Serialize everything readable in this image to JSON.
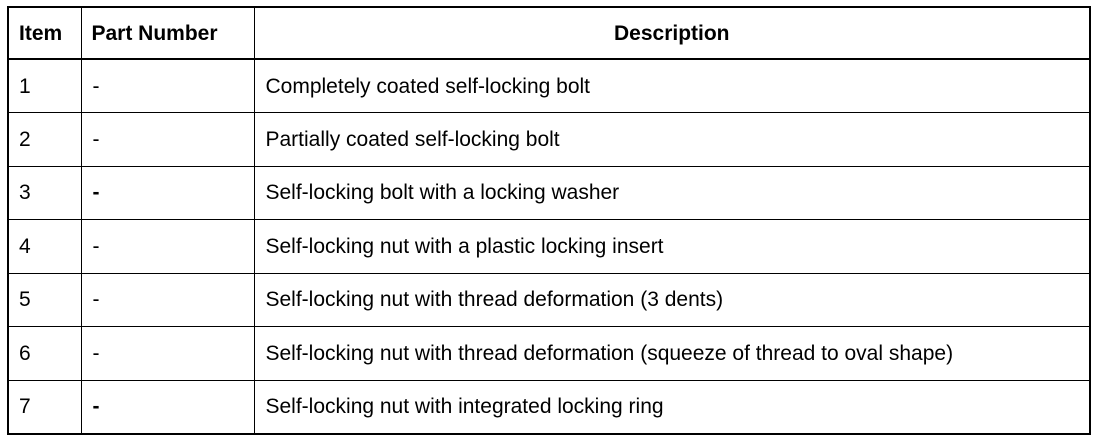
{
  "table": {
    "headers": {
      "item": "Item",
      "part_number": "Part Number",
      "description": "Description"
    },
    "rows": [
      {
        "item": "1",
        "part_number": "-",
        "description": "Completely coated self-locking bolt"
      },
      {
        "item": "2",
        "part_number": "-",
        "description": "Partially coated self-locking bolt"
      },
      {
        "item": "3",
        "part_number": "-",
        "description": "Self-locking bolt with a locking washer"
      },
      {
        "item": "4",
        "part_number": "-",
        "description": "Self-locking nut with a plastic locking insert"
      },
      {
        "item": "5",
        "part_number": "-",
        "description": "Self-locking nut with thread deformation (3 dents)"
      },
      {
        "item": "6",
        "part_number": "-",
        "description": "Self-locking nut with thread deformation (squeeze of thread to oval shape)"
      },
      {
        "item": "7",
        "part_number": "-",
        "description": "Self-locking nut with integrated locking ring"
      }
    ]
  }
}
